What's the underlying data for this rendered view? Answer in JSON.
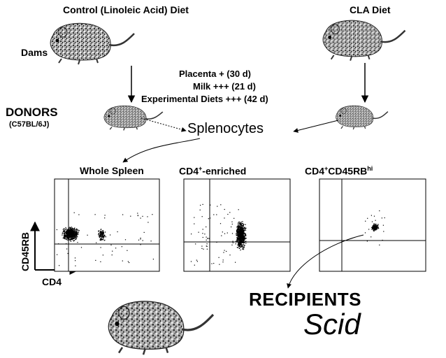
{
  "header": {
    "control_diet": "Control (Linoleic Acid) Diet",
    "cla_diet": "CLA Diet"
  },
  "labels": {
    "dams": "Dams",
    "exposure": [
      "Placenta + (30 d)",
      "Milk +++ (21 d)",
      "Experimental Diets +++ (42 d)"
    ],
    "donors": "DONORS",
    "donor_strain": "(C57BL/6J)",
    "splenocytes": "Splenocytes",
    "recipients": "RECIPIENTS",
    "recipient_strain": "Scid"
  },
  "panels": [
    {
      "title": "Whole Spleen",
      "sup": "",
      "title_rest": "",
      "gate": "lymphocytes"
    },
    {
      "title": "CD4",
      "sup": "+",
      "title_rest": "-enriched",
      "gate": "cd4"
    },
    {
      "title": "CD4",
      "sup": "+",
      "title_rest": "CD45RB",
      "title_sup2": "hi",
      "gate": "rbhi"
    }
  ],
  "axes": {
    "y_label": "CD45RB",
    "x_label": "CD4"
  },
  "colors": {
    "ink": "#000000",
    "background": "#ffffff",
    "mouse_fill": "#9a9a9a"
  },
  "icons": [
    "mouse-icon"
  ]
}
